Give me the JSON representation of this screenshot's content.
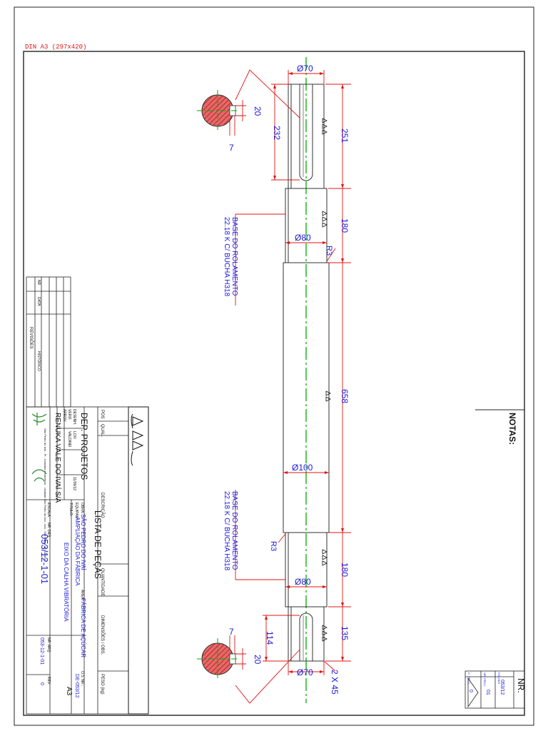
{
  "sheet": {
    "format_label": "DIN A3 (297x420)",
    "notes_label": "NOTAS:"
  },
  "dimensions": {
    "dia_top": "Ø70",
    "keyway_width_top": "20",
    "keyway_depth_top": "7",
    "keyway_length_top": "232",
    "section_top_length": "251",
    "bearing_length_top": "180",
    "dia_bearing_top": "Ø80",
    "fillet_top": "R3",
    "center_length": "658",
    "dia_center": "Ø100",
    "fillet_bottom": "R3",
    "bearing_length_bottom": "180",
    "dia_bearing_bottom": "Ø80",
    "keyway_length_bottom": "114",
    "section_bottom_length": "135",
    "keyway_depth_bottom": "7",
    "keyway_width_bottom": "20",
    "dia_bottom": "Ø70",
    "chamfer": "2 X 45"
  },
  "callouts": {
    "bearing_top_line1": "BASE DO ROLAMENTO",
    "bearing_top_line2": "22.18 K C/ BUCHA H318",
    "bearing_bottom_line1": "BASE DO ROLAMENTO",
    "bearing_bottom_line2": "22.18 K C/ BUCHA H318"
  },
  "title_block": {
    "list_title": "LISTA DE PEÇAS",
    "col_pos": "POS",
    "col_qty": "QUAL.",
    "col_desc": "DESCRIÇÃO",
    "col_quantity": "QUANTIDADE",
    "col_dims": "DIMENSÕES / OBS.",
    "col_weight": "PESO (kg)",
    "dept": "DEP. PROJETOS",
    "label_drawn": "DESENH.",
    "label_verified": "VERIF.",
    "label_approved": "APROV.",
    "drawn_by": "LCK/",
    "verified_by": "VALDINEI",
    "date_drawn": "11/06/12",
    "company_name": "RENUKA VALE DO IVAÍ S/A",
    "company_sub": "São Pedro do Ivaí - Pr - Indústria e comércio - Unidade São Pedro do Ivaí - Ivaí - São Miguel do Cambuí",
    "label_obra": "OBRA:",
    "obra": "SÃO PEDRO DO IVAÍ",
    "label_equip": "EQUIPAM.:",
    "equip": "AMPLIAÇÃO DA FÁBRICA",
    "label_area": "ÁREA:",
    "area": "FÁBRICA DE AÇÚCAR",
    "label_os": "O.S. NR.:",
    "os": "DE-053/12",
    "label_title": "TÍTULO:",
    "title": "EIXO DA CALHA VIBRATÓRIA",
    "label_scale": "ESCALA",
    "label_drawing_no": "NR. DES.",
    "drawing_no": "053/12-1-01",
    "label_file": "NR. ARQ.",
    "file_no": "053-12-1-01",
    "label_rev": "REV.",
    "rev": "0",
    "sheet_size": "A3"
  },
  "revisions": {
    "title": "REVISÕES",
    "col_nr": "NR",
    "col_date": "DATA",
    "col_history": "HISTÓRICO"
  },
  "mini_box": {
    "label_nr": "NR.",
    "col_1": "C. PROJ.",
    "col_2": "NR. PROJ.",
    "col_3": "FOLHAS",
    "val_1": "0",
    "val_2": "01",
    "val_3": "053/12"
  }
}
